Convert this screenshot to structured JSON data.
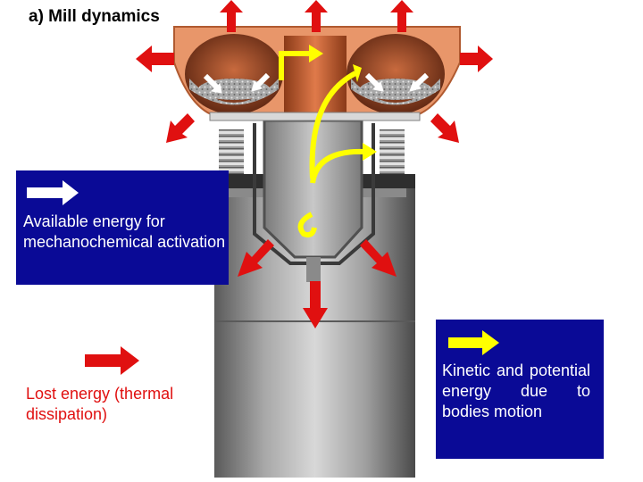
{
  "title": "a) Mill dynamics",
  "legends": {
    "available": "Available energy for mechanochemical activation",
    "lost": "Lost energy (thermal dissipation)",
    "kinetic": "Kinetic and potential energy due to bodies motion"
  },
  "colors": {
    "legend_box": "#0a0a96",
    "available_arrow": "#ffffff",
    "lost_arrow": "#e01010",
    "kinetic_arrow": "#ffff00",
    "vessel": "#e8966a"
  },
  "icons": [
    "white-arrow-icon",
    "red-arrow-icon",
    "yellow-arrow-icon"
  ]
}
